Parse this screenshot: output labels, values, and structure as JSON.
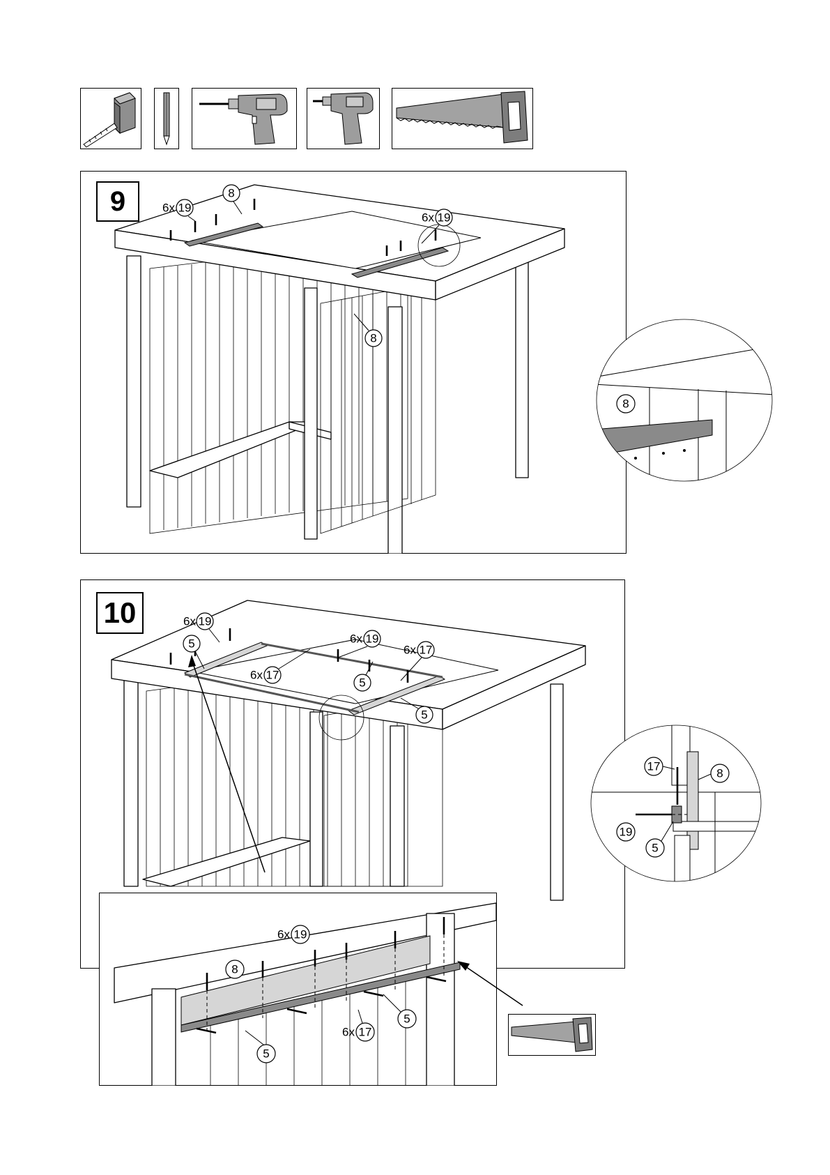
{
  "tools": [
    {
      "name": "tape-measure-icon"
    },
    {
      "name": "pencil-icon"
    },
    {
      "name": "drill-icon"
    },
    {
      "name": "screwdriver-icon"
    },
    {
      "name": "saw-icon"
    }
  ],
  "step9": {
    "number": "9",
    "callouts": {
      "qty_left": "6x",
      "part_left": "19",
      "part_top": "8",
      "qty_right": "6x",
      "part_right": "19",
      "part_mid": "8"
    },
    "detail": {
      "part": "8"
    }
  },
  "step10": {
    "number": "10",
    "callouts": {
      "qty_a": "6x",
      "part_a": "19",
      "part_b": "5",
      "qty_c": "6x",
      "part_c": "19",
      "qty_d": "6x",
      "part_d": "17",
      "qty_e": "6x",
      "part_e": "17",
      "part_f": "5",
      "part_g": "5"
    },
    "detail": {
      "part_17": "17",
      "part_8": "8",
      "part_19": "19",
      "part_5": "5"
    },
    "closeup": {
      "qty_top": "6x",
      "part_top": "19",
      "part_8": "8",
      "part_5_right": "5",
      "qty_bottom": "6x",
      "part_bottom": "17",
      "part_5_left": "5"
    }
  }
}
